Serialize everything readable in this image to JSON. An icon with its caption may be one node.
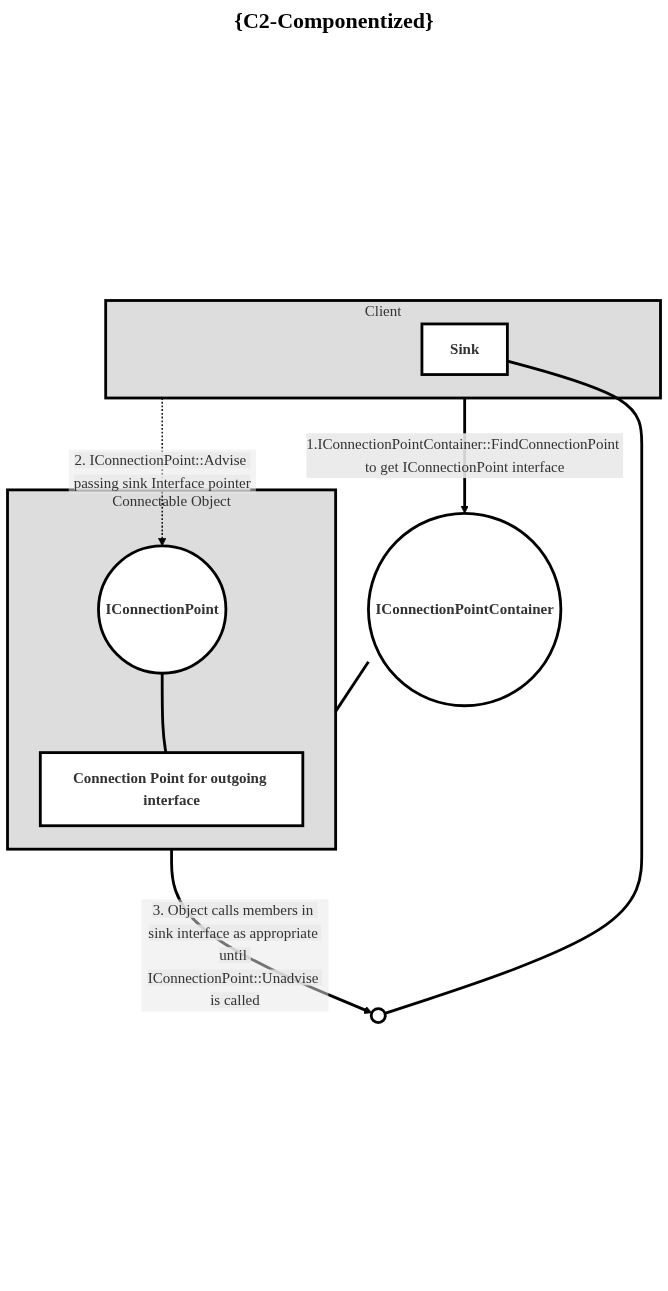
{
  "diagram": {
    "title": "{C2-Componentized}",
    "nodes": [
      {
        "text": [
          "Client"
        ]
      },
      {
        "text": [
          "Sink"
        ],
        "in": 0
      },
      {
        "text": [
          "Connectable Object"
        ]
      },
      {
        "text": [
          "Connection Point for outgoing interface"
        ],
        "in": 2
      },
      {
        "text": [
          "IConnectionPointContainer"
        ]
      },
      {
        "text": [
          "IConnectionPoint"
        ],
        "in": 2
      },
      {
        "text": [],
        "shape": "circle"
      }
    ],
    "edges": [
      {
        "from": 4,
        "to": 2,
        "arrow": "none"
      },
      {
        "from": 0,
        "to": 4,
        "arrow": "to",
        "label": "1.IConnectionPointContainer::FindConnectionPoint to get IConnectionPoint interface"
      },
      {
        "from": 0,
        "to": 5,
        "arrow": "to",
        "style": "dashed",
        "label": "2. IConnectionPoint::Advise passing sink Interface pointer"
      },
      {
        "from": 5,
        "to": 3,
        "arrow": "none"
      },
      {
        "from": 2,
        "to": 6,
        "arrow": "to",
        "label": "3. Object calls members in sink interface as appropriate until IConnectionPoint::Unadvise is called"
      },
      {
        "from": 6,
        "to": 1,
        "arrow": "none"
      }
    ]
  }
}
